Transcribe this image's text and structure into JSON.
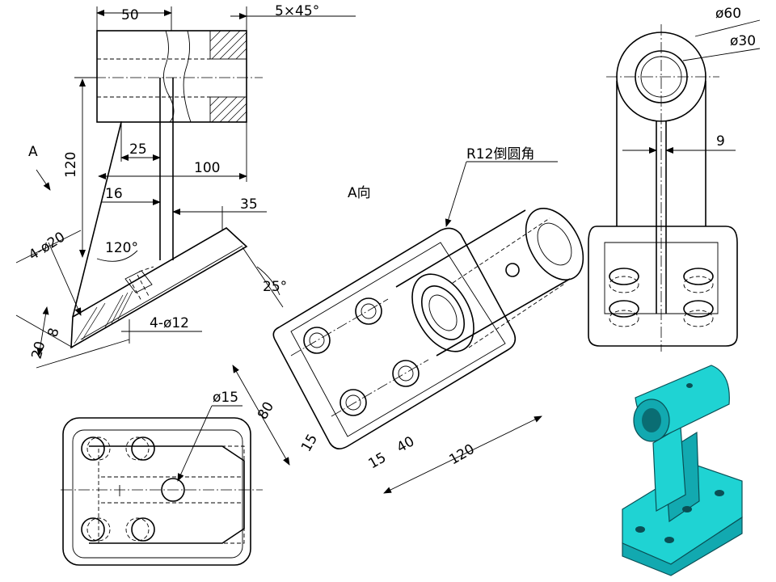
{
  "labels": {
    "dim_50": "50",
    "dim_chamfer": "5×45°",
    "dim_120_vert": "120",
    "dim_25": "25",
    "dim_100": "100",
    "dim_16": "16",
    "dim_35": "35",
    "view_arrow": "A",
    "dim_4phi20": "4-ø20",
    "dim_120deg": "120°",
    "dim_8": "8",
    "dim_20": "20",
    "dim_4phi12": "4-ø12",
    "dim_25deg": "25°",
    "view_a_title": "A向",
    "fillet_note": "R12倒圆角",
    "dim_80": "80",
    "dim_15a": "15",
    "dim_15b": "15",
    "dim_40": "40",
    "dim_120_bottom": "120",
    "dim_phi60": "ø60",
    "dim_phi30": "ø30",
    "dim_9": "9",
    "dim_phi15": "ø15"
  },
  "colors": {
    "line": "#000000",
    "model_face": "#1fd3d3",
    "model_shade": "#12a9b0",
    "background": "#ffffff"
  }
}
